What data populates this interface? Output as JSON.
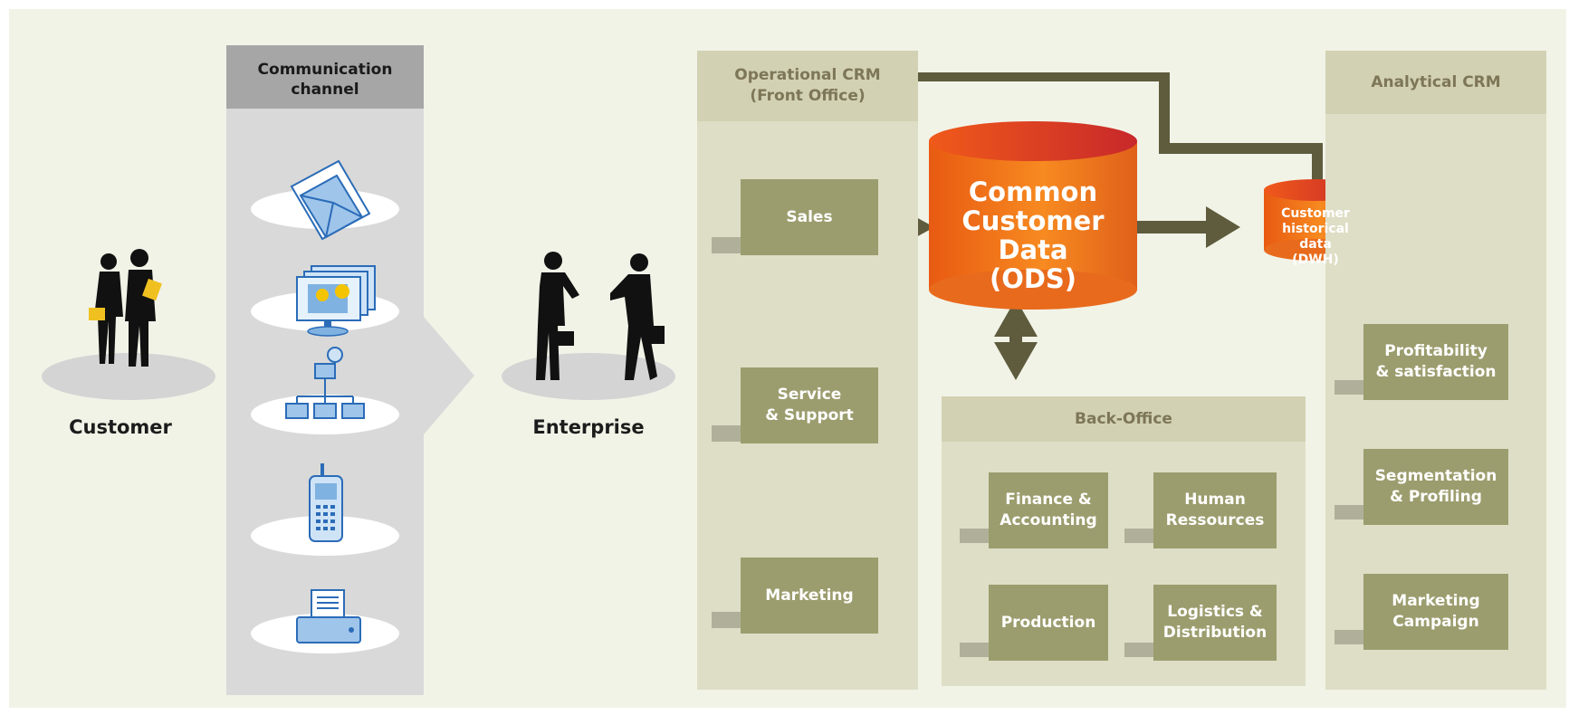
{
  "customer": {
    "label": "Customer"
  },
  "channel": {
    "title_line1": "Communication",
    "title_line2": "channel",
    "icons": [
      "email-icon",
      "web-icon",
      "network-icon",
      "mobile-phone-icon",
      "fax-icon"
    ]
  },
  "enterprise": {
    "label": "Enterprise"
  },
  "operational_crm": {
    "title_line1": "Operational CRM",
    "title_line2": "(Front Office)",
    "boxes": {
      "sales": "Sales",
      "service_l1": "Service",
      "service_l2": "& Support",
      "marketing": "Marketing"
    }
  },
  "ods": {
    "line1": "Common",
    "line2": "Customer Data",
    "line3": "(ODS)"
  },
  "dwh": {
    "line1": "Customer",
    "line2": "historical data",
    "line3": "(DWH)"
  },
  "back_office": {
    "title": "Back-Office",
    "finance_l1": "Finance &",
    "finance_l2": "Accounting",
    "hr_l1": "Human",
    "hr_l2": "Ressources",
    "production": "Production",
    "logistics_l1": "Logistics &",
    "logistics_l2": "Distribution"
  },
  "analytical_crm": {
    "title": "Analytical CRM",
    "profit_l1": "Profitability",
    "profit_l2": "& satisfaction",
    "seg_l1": "Segmentation",
    "seg_l2": "& Profiling",
    "campaign_l1": "Marketing",
    "campaign_l2": "Campaign"
  },
  "colors": {
    "stage_bg": "#f2f3e7",
    "column_bg": "#dedec6",
    "box": "#9c9d6e",
    "arrow": "#5e5c3d",
    "ods_orange": "#f07a1f",
    "channel_bg": "#d9d9d9",
    "channel_head": "#a6a6a6"
  }
}
